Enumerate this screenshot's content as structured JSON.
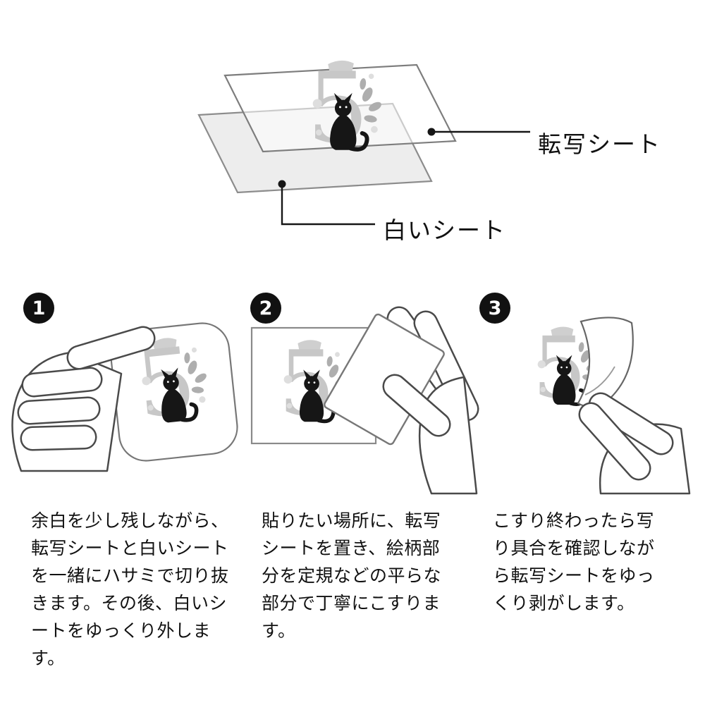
{
  "diagram": {
    "transfer_sheet_label": "転写シート",
    "white_sheet_label": "白いシート",
    "motif_digit": "5"
  },
  "steps": [
    {
      "number": "1",
      "description": "余白を少し残しながら、転写シートと白いシートを一緒にハサミで切り抜きます。その後、白いシートをゆっくり外します。"
    },
    {
      "number": "2",
      "description": "貼りたい場所に、転写シートを置き、絵柄部分を定規などの平らな部分で丁寧にこすります。"
    },
    {
      "number": "3",
      "description": "こすり終わったら写り具合を確認しながら転写シートをゆっくり剥がします。"
    }
  ],
  "colors": {
    "ink": "#161616",
    "sheet_stroke": "#8c8c8c",
    "white_sheet_fill": "#ededed",
    "motif_gray": "#c7c7c7"
  }
}
